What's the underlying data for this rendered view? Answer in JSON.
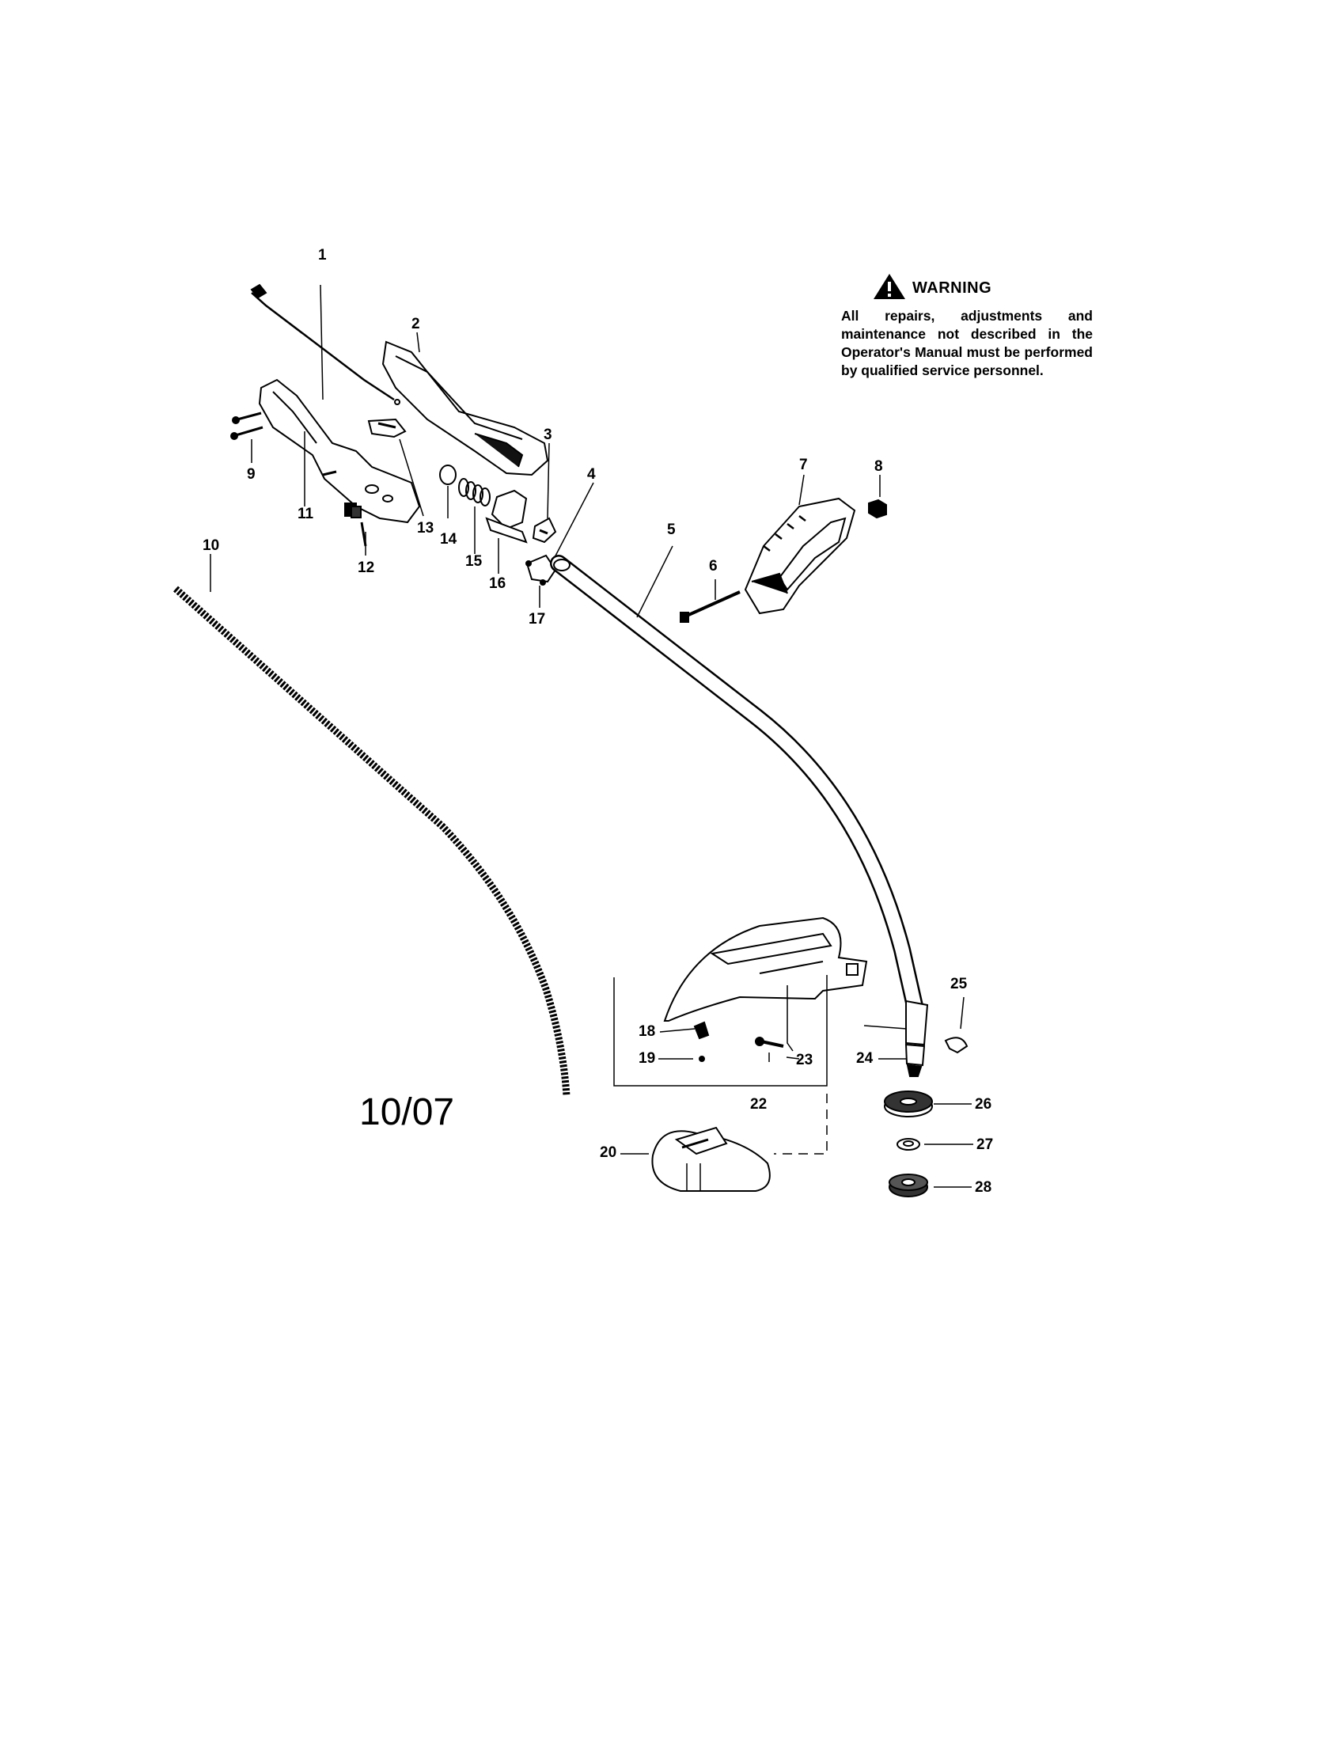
{
  "warning": {
    "title": "WARNING",
    "text": "All repairs, adjustments and maintenance not described in the Operator's Manual must be performed by qualified service personnel."
  },
  "date_stamp": "10/07",
  "callouts": [
    "1",
    "2",
    "3",
    "4",
    "5",
    "6",
    "7",
    "8",
    "9",
    "10",
    "11",
    "12",
    "13",
    "14",
    "15",
    "16",
    "17",
    "18",
    "19",
    "20",
    "22",
    "23",
    "24",
    "25",
    "26",
    "27",
    "28"
  ]
}
